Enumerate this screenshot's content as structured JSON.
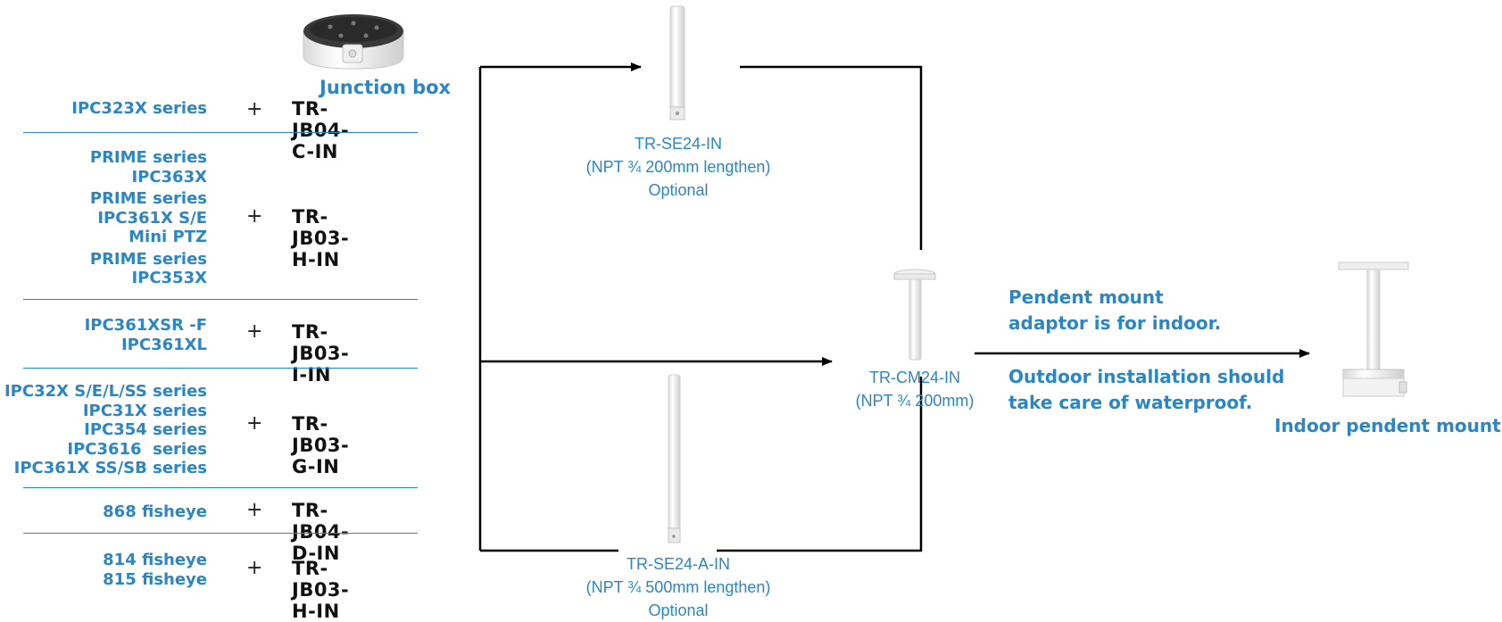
{
  "junction_box": {
    "heading": "Junction box"
  },
  "rows": [
    {
      "series": [
        "IPC323X series"
      ],
      "plus": "+",
      "model": "TR-JB04-C-IN"
    },
    {
      "series": [
        "PRIME series",
        "IPC363X",
        "PRIME series",
        "IPC361X S/E",
        "Mini PTZ",
        "PRIME series",
        "IPC353X"
      ],
      "plus": "+",
      "model": "TR-JB03-H-IN"
    },
    {
      "series": [
        "IPC361XSR -F",
        "IPC361XL"
      ],
      "plus": "+",
      "model": "TR-JB03-I-IN"
    },
    {
      "series": [
        "IPC32X S/E/L/SS series",
        "IPC31X series",
        "IPC354 series",
        "IPC3616  series",
        "IPC361X SS/SB series"
      ],
      "plus": "+",
      "model": "TR-JB03-G-IN"
    },
    {
      "series": [
        "868 fisheye"
      ],
      "plus": "+",
      "model": "TR-JB04-D-IN"
    },
    {
      "series": [
        "814 fisheye",
        "815 fisheye"
      ],
      "plus": "+",
      "model": "TR-JB03-H-IN"
    }
  ],
  "pole_top": {
    "lines": [
      "TR-SE24-IN",
      "(NPT ¾ 200mm lengthen)",
      "Optional"
    ]
  },
  "pole_bottom": {
    "lines": [
      "TR-SE24-A-IN",
      "(NPT ¾ 500mm lengthen)",
      "Optional"
    ]
  },
  "adaptor": {
    "lines": [
      "TR-CM24-IN",
      "(NPT ¾ 200mm)"
    ]
  },
  "notes": {
    "line1": "Pendent mount",
    "line2": "adaptor is for indoor.",
    "line3": "Outdoor installation should",
    "line4": "take care of waterproof."
  },
  "result": {
    "label": "Indoor pendent mount"
  },
  "colors": {
    "accent": "#2b86c6",
    "text": "#111111",
    "line": "#000000"
  }
}
